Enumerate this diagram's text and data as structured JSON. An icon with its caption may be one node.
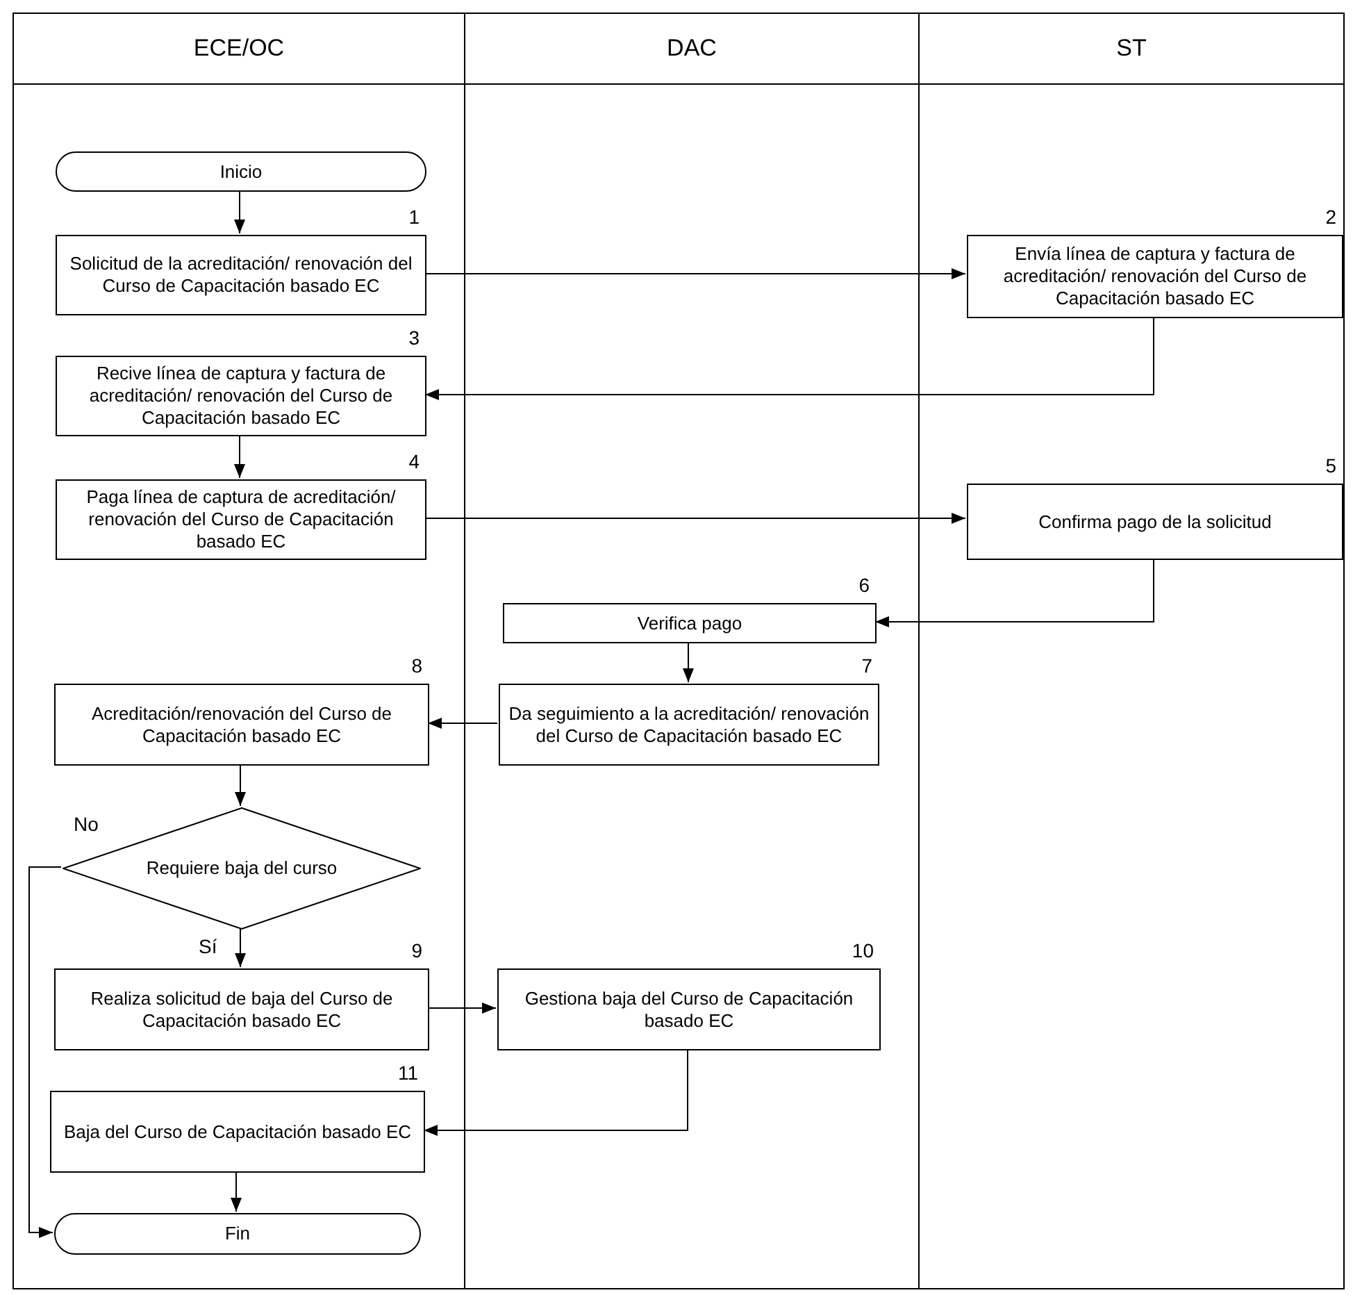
{
  "diagram": {
    "nodes": [
      {
        "text": [
          "ECE/OC"
        ]
      },
      {
        "text": [
          "DAC"
        ]
      },
      {
        "text": [
          "ST"
        ]
      },
      {
        "text": [
          "Inicio"
        ],
        "in": 0
      },
      {
        "text": [
          "Solicitud de la acreditación/ renovación del Curso de Capacitación basado EC"
        ],
        "in": 0,
        "beside": [
          "1"
        ]
      },
      {
        "text": [
          "Envía línea de captura y factura de acreditación/ renovación del Curso de Capacitación basado EC"
        ],
        "in": 2,
        "beside": [
          "2"
        ]
      },
      {
        "text": [
          "Recive línea de captura y factura de acreditación/ renovación del Curso de Capacitación basado EC"
        ],
        "in": 0,
        "beside": [
          "3"
        ]
      },
      {
        "text": [
          "Paga línea de captura de acreditación/ renovación del Curso de Capacitación basado EC"
        ],
        "in": 0,
        "beside": [
          "4"
        ]
      },
      {
        "text": [
          "Confirma pago de la solicitud"
        ],
        "in": 2,
        "beside": [
          "5"
        ]
      },
      {
        "text": [
          "Verifica pago"
        ],
        "in": 1,
        "beside": [
          "6"
        ]
      },
      {
        "text": [
          "Da seguimiento a la acreditación/ renovación del Curso de Capacitación basado EC"
        ],
        "in": 1,
        "beside": [
          "7"
        ]
      },
      {
        "text": [
          "Acreditación/renovación del Curso de Capacitación basado EC"
        ],
        "in": 0,
        "beside": [
          "8"
        ]
      },
      {
        "text": [
          "Requiere baja del curso"
        ],
        "in": 0
      },
      {
        "text": [
          "Realiza solicitud de baja del Curso de Capacitación basado EC"
        ],
        "in": 0,
        "beside": [
          "9"
        ]
      },
      {
        "text": [
          "Gestiona baja del Curso de Capacitación basado EC"
        ],
        "in": 1,
        "beside": [
          "10"
        ]
      },
      {
        "text": [
          "Baja del Curso de Capacitación basado EC"
        ],
        "in": 0,
        "beside": [
          "11"
        ]
      },
      {
        "text": [
          "Fin"
        ],
        "in": 0
      }
    ],
    "edges": [
      {
        "from": 3,
        "to": 4,
        "arrow": "to"
      },
      {
        "from": 4,
        "to": 5,
        "arrow": "to"
      },
      {
        "from": 5,
        "to": 6,
        "arrow": "to"
      },
      {
        "from": 6,
        "to": 7,
        "arrow": "to"
      },
      {
        "from": 7,
        "to": 8,
        "arrow": "to"
      },
      {
        "from": 8,
        "to": 9,
        "arrow": "to"
      },
      {
        "from": 9,
        "to": 10,
        "arrow": "to"
      },
      {
        "from": 10,
        "to": 11,
        "arrow": "to"
      },
      {
        "from": 11,
        "to": 12,
        "arrow": "to"
      },
      {
        "from": 12,
        "to": 16,
        "arrow": "to",
        "label": "No"
      },
      {
        "from": 12,
        "to": 13,
        "arrow": "to",
        "label": "Sí"
      },
      {
        "from": 13,
        "to": 14,
        "arrow": "to"
      },
      {
        "from": 14,
        "to": 15,
        "arrow": "to"
      },
      {
        "from": 15,
        "to": 16,
        "arrow": "to"
      }
    ]
  }
}
